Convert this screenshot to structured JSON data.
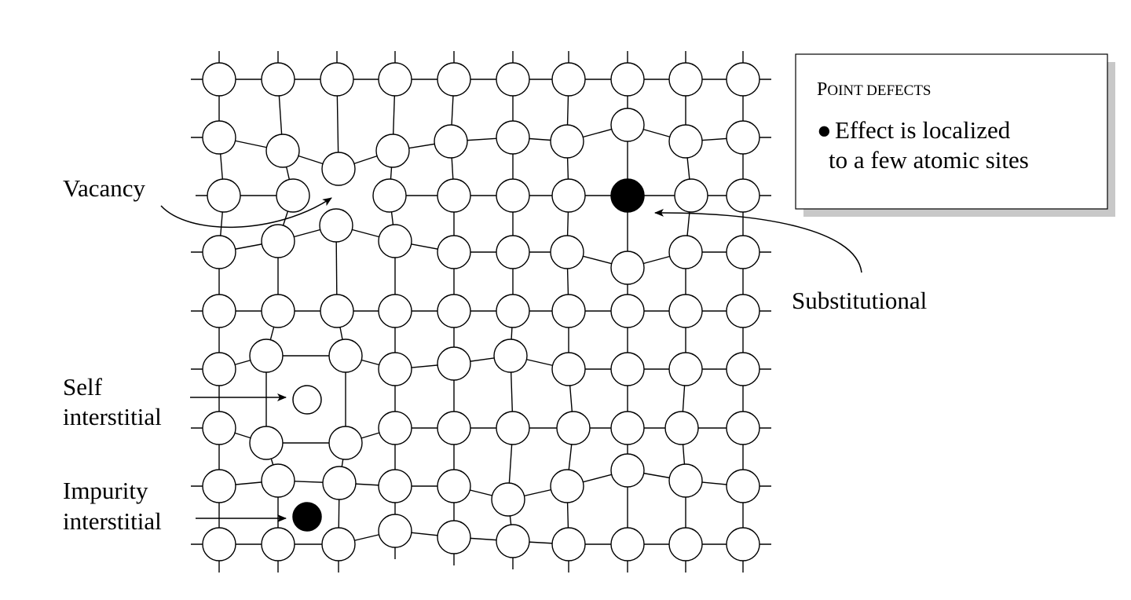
{
  "labels": {
    "vacancy": "Vacancy",
    "substitutional": "Substitutional",
    "self_interstitial": [
      "Self",
      "interstitial"
    ],
    "impurity_interstitial": [
      "Impurity",
      "interstitial"
    ]
  },
  "info_box": {
    "title_initial": "P",
    "title_rest": "OINT DEFECTS",
    "bullet_symbol": "●",
    "bullet_lines": [
      "Effect is localized",
      "to a few atomic sites"
    ]
  },
  "colors": {
    "line": "#000000",
    "atom_fill": "#ffffff",
    "foreign_atom_fill": "#000000",
    "shadow": "#c8c8c8"
  }
}
